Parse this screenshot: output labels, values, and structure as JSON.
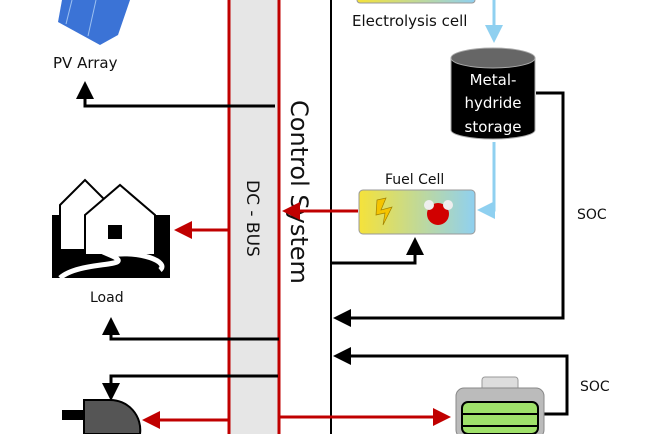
{
  "labels": {
    "pv_array": "PV Array",
    "electrolysis_cell": "Electrolysis cell",
    "storage_line1": "Metal-",
    "storage_line2": "hydride",
    "storage_line3": "storage",
    "fuel_cell": "Fuel Cell",
    "load": "Load",
    "dc_bus": "DC - BUS",
    "control_system": "Control System",
    "soc_hydride": "SOC",
    "soc_battery": "SOC"
  },
  "colors": {
    "power_line": "#c00000",
    "control_line": "#000000",
    "hydrogen_line": "#8fd0f0",
    "bus_fill": "#e6e6e6",
    "pv_panel": "#3b73d6",
    "battery_fill": "#9fe06a"
  }
}
